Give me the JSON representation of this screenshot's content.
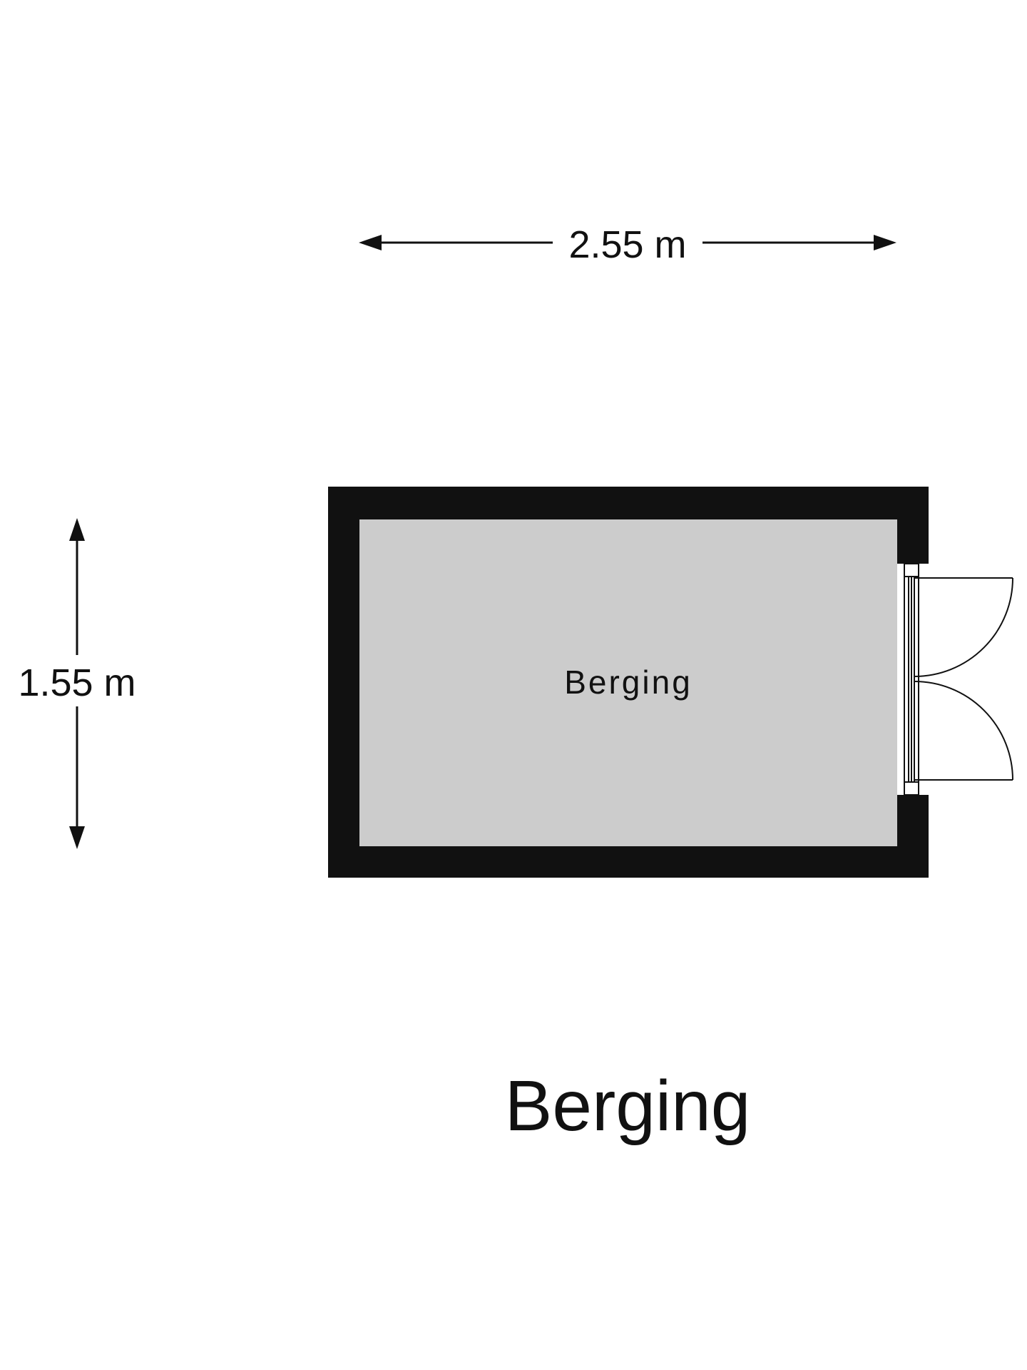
{
  "plan": {
    "room_label": "Berging",
    "title": "Berging",
    "width_dimension": "2.55 m",
    "height_dimension": "1.55 m"
  },
  "colors": {
    "wall": "#111111",
    "floor": "#cccccc",
    "background": "#ffffff",
    "line": "#111111"
  }
}
